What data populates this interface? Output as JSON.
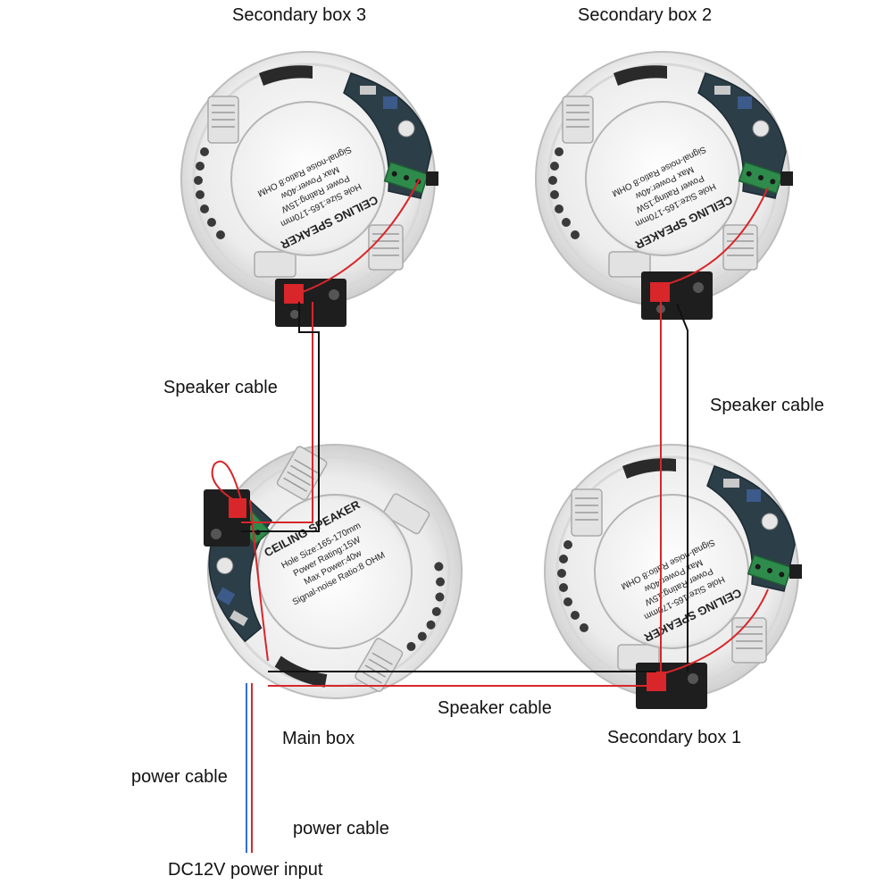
{
  "labels": {
    "secondary_box_3": "Secondary box  3",
    "secondary_box_2": "Secondary box  2",
    "secondary_box_1": "Secondary box  1",
    "main_box": "Main box",
    "speaker_cable_left": "Speaker cable",
    "speaker_cable_right": "Speaker cable",
    "speaker_cable_bottom": "Speaker cable",
    "power_cable_1": "power cable",
    "power_cable_2": "power cable",
    "power_input": "DC12V power input"
  },
  "speaker_label": {
    "brand": "CEILING SPEAKER",
    "hole_size": "Hole Size:165-170mm",
    "power_rating": "Power Rating:15W",
    "max_power": "Max Power:40w",
    "ratio": "Signal-noise Ratio:8 OHM"
  },
  "colors": {
    "wire_red": "#d8262a",
    "wire_black": "#111111",
    "wire_blue": "#2f6fd6",
    "terminal_green": "#2e8b4b",
    "pcb_dark": "#2c3e48"
  }
}
